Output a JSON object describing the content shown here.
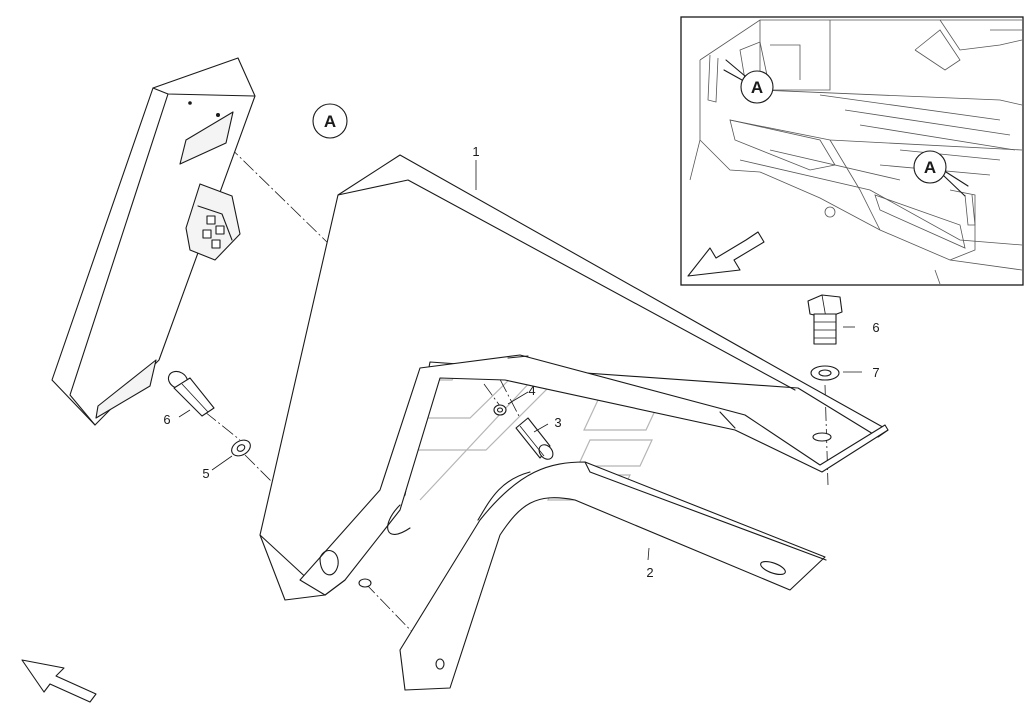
{
  "view_marker": "A",
  "inset": {
    "callouts": [
      "A",
      "A"
    ]
  },
  "parts": [
    {
      "number": "1"
    },
    {
      "number": "2"
    },
    {
      "number": "3"
    },
    {
      "number": "4"
    },
    {
      "number": "5"
    },
    {
      "number": "6"
    },
    {
      "number": "6"
    },
    {
      "number": "7"
    }
  ],
  "icons": {
    "direction_arrow": "arrow-icon",
    "inset_arrow": "arrow-icon"
  },
  "colors": {
    "line": "#1a1a1a",
    "background": "#ffffff"
  }
}
